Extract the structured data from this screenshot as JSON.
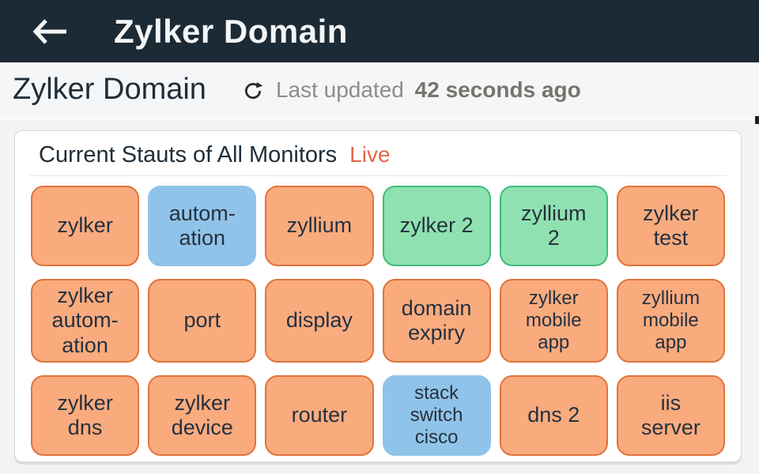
{
  "app_bar": {
    "title": "Zylker Domain"
  },
  "header": {
    "title": "Zylker Domain",
    "last_updated_label": "Last updated",
    "last_updated_value": "42 seconds ago"
  },
  "panel": {
    "title": "Current Stauts of All Monitors",
    "live_label": "Live"
  },
  "theme_colors": {
    "app_bar_bg": "#1C2A35",
    "app_bar_text": "#F3F5F6",
    "page_bg": "#F2F3F4",
    "title_text": "#1F2D39",
    "muted_text": "#8D8D88",
    "live_accent": "#E0684A",
    "tile_text": "#25313F"
  },
  "status_colors": {
    "trouble": {
      "bg": "#F9AB7E",
      "border": "#E0743B"
    },
    "maintenance": {
      "bg": "#90C3E9",
      "border": "#90C3E9"
    },
    "up": {
      "bg": "#8FE2B0",
      "border": "#43BA7C"
    }
  },
  "monitors": [
    {
      "label": "zylker",
      "status": "trouble"
    },
    {
      "label": "autom-\nation",
      "status": "maintenance"
    },
    {
      "label": "zyllium",
      "status": "trouble"
    },
    {
      "label": "zylker 2",
      "status": "up"
    },
    {
      "label": "zyllium\n2",
      "status": "up"
    },
    {
      "label": "zylker\ntest",
      "status": "trouble"
    },
    {
      "label": "zylker\nautom-\nation",
      "status": "trouble"
    },
    {
      "label": "port",
      "status": "trouble"
    },
    {
      "label": "display",
      "status": "trouble"
    },
    {
      "label": "domain\nexpiry",
      "status": "trouble"
    },
    {
      "label": "zylker\nmobile\napp",
      "status": "trouble",
      "small": true
    },
    {
      "label": "zyllium\nmobile\napp",
      "status": "trouble",
      "small": true
    },
    {
      "label": "zylker\ndns",
      "status": "trouble"
    },
    {
      "label": "zylker\ndevice",
      "status": "trouble"
    },
    {
      "label": "router",
      "status": "trouble"
    },
    {
      "label": "stack\nswitch\ncisco",
      "status": "maintenance",
      "small": true
    },
    {
      "label": "dns 2",
      "status": "trouble"
    },
    {
      "label": "iis\nserver",
      "status": "trouble"
    }
  ]
}
